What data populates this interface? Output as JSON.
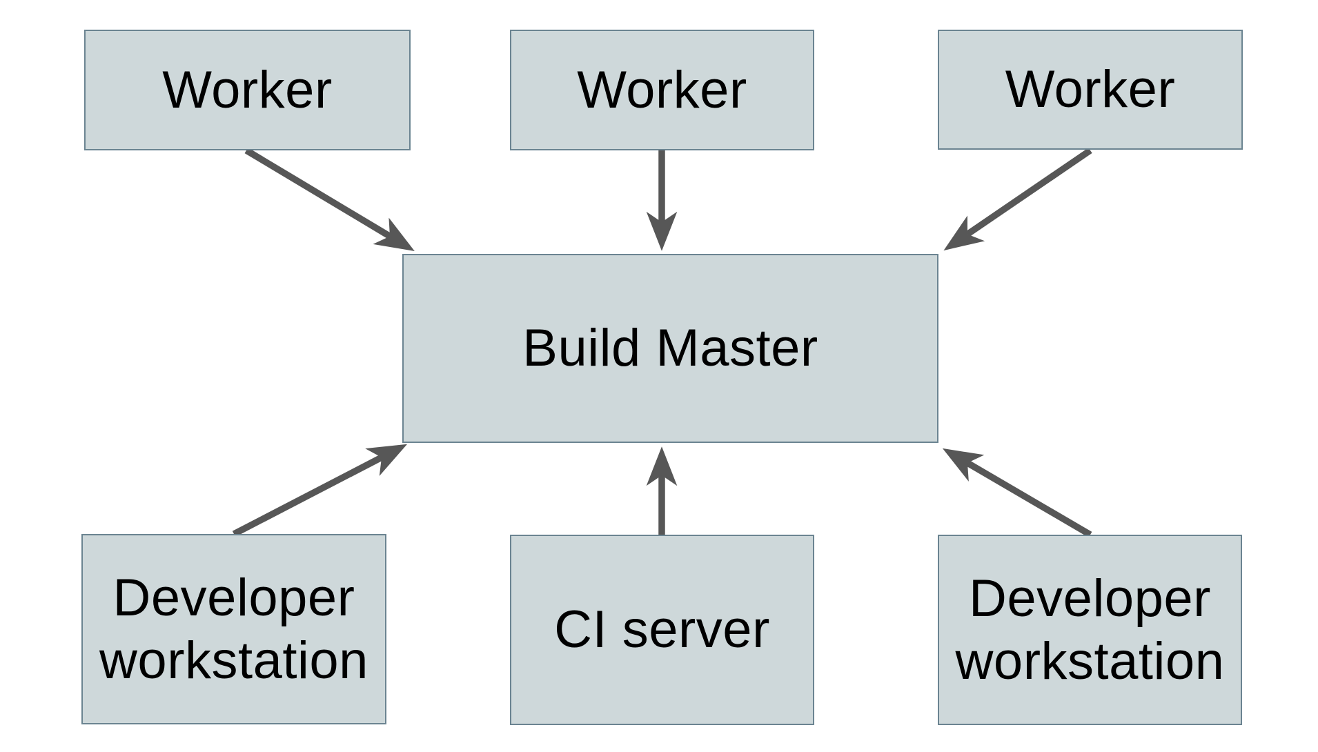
{
  "diagram": {
    "description": "Distributed build system architecture diagram",
    "colors": {
      "background": "#ffffff",
      "node_fill": "#ced8da",
      "node_border": "#6b8491",
      "arrow": "#575757",
      "text": "#000000"
    },
    "nodes": [
      {
        "id": "worker-left",
        "label": "Worker"
      },
      {
        "id": "worker-middle",
        "label": "Worker"
      },
      {
        "id": "worker-right",
        "label": "Worker"
      },
      {
        "id": "build-master",
        "label": "Build Master"
      },
      {
        "id": "developer-workstation-left",
        "label": "Developer workstation"
      },
      {
        "id": "ci-server",
        "label": "CI server"
      },
      {
        "id": "developer-workstation-right",
        "label": "Developer workstation"
      }
    ],
    "edges": [
      {
        "from": "worker-left",
        "to": "build-master",
        "direction": "down-right"
      },
      {
        "from": "worker-middle",
        "to": "build-master",
        "direction": "down"
      },
      {
        "from": "worker-right",
        "to": "build-master",
        "direction": "down-left"
      },
      {
        "from": "developer-workstation-left",
        "to": "build-master",
        "direction": "up-right"
      },
      {
        "from": "ci-server",
        "to": "build-master",
        "direction": "up"
      },
      {
        "from": "developer-workstation-right",
        "to": "build-master",
        "direction": "up-left"
      }
    ]
  }
}
